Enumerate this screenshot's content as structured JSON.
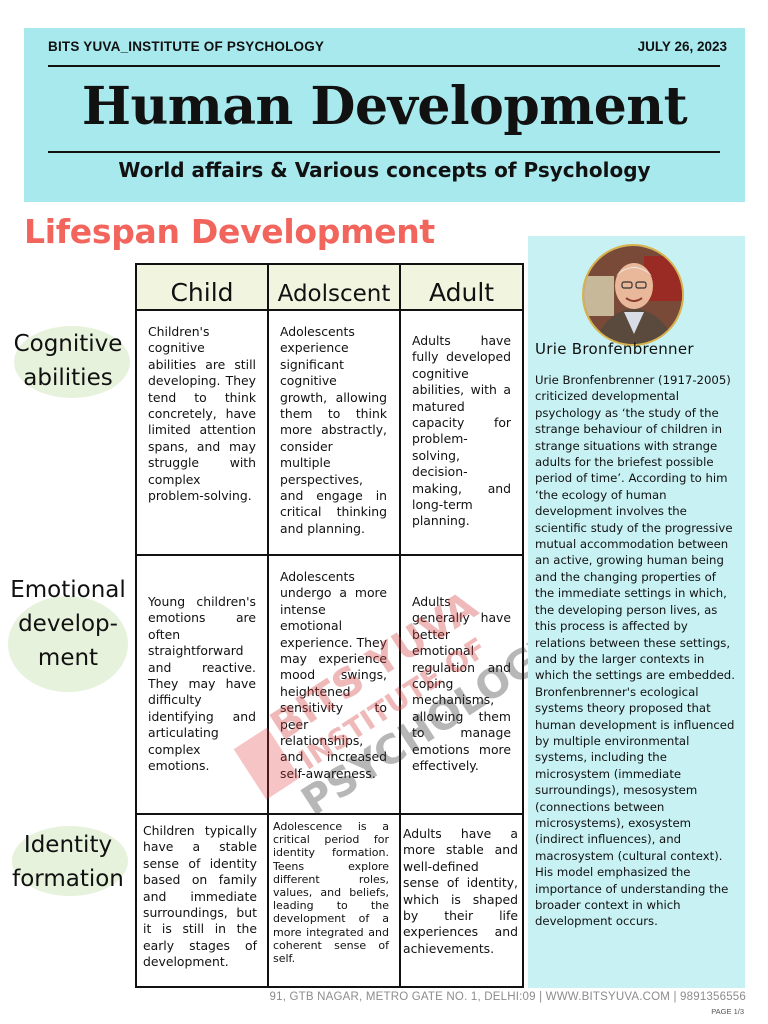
{
  "header": {
    "org": "BITS YUVA_INSTITUTE OF PSYCHOLOGY",
    "date": "JULY 26, 2023",
    "title": "Human Development",
    "subtitle": "World affairs & Various concepts of Psychology"
  },
  "section_title": "Lifespan Development",
  "table": {
    "columns": [
      "Child",
      "Adolscent",
      "Adult"
    ],
    "rows": [
      {
        "label_lines": [
          "Cognitive",
          "abilities"
        ],
        "cells": [
          "Children's cognitive abilities are still developing. They tend to think concretely, have limited attention spans, and may struggle with complex problem-solving.",
          "Adolescents experience significant cognitive growth, allowing them to think more abstractly, consider multiple perspectives, and engage in critical thinking and planning.",
          "Adults have fully developed cognitive abilities, with a matured capacity for problem-solving, decision-making, and long-term planning."
        ]
      },
      {
        "label_lines": [
          "Emotional",
          "develop-",
          "ment"
        ],
        "cells": [
          "Young children's emotions are often straightforward and reactive. They may have difficulty identifying and articulating complex emotions.",
          "Adolescents undergo a more intense emotional experience. They may experience mood swings, heightened sensitivity to peer relationships, and increased self-awareness.",
          "Adults generally have better emotional regulation and coping mechanisms, allowing them to manage emotions more effectively."
        ]
      },
      {
        "label_lines": [
          "Identity",
          "formation"
        ],
        "cells": [
          "Children typically have a stable sense of identity based on family and immediate surroundings, but it is still in the early stages of development.",
          "Adolescence is a critical period for identity formation. Teens explore different roles, values, and beliefs, leading to the development of a more integrated and coherent sense of self.",
          "Adults have a more stable and well-defined sense of identity, which is shaped by their life experiences and achievements."
        ]
      }
    ]
  },
  "sidebar": {
    "name": "Urie Bronfenbrenner",
    "bio": "Urie Bronfenbrenner (1917-2005) criticized developmental psychology as ‘the study of the strange behaviour of children in strange situations with strange adults for the briefest possible period of time’. According to him ‘the ecology of human development involves the scientific study of the progressive mutual accommodation between an active, growing human being and the changing properties of the immediate settings in which, the developing person lives, as this process is affected by relations between these settings, and by the larger contexts in which the settings are embedded. Bronfenbrenner's ecological systems theory proposed that human development is influenced by multiple environmental systems, including the microsystem (immediate surroundings), mesosystem (connections between microsystems), exosystem (indirect influences), and macrosystem (cultural context). His model emphasized the importance of understanding the broader context in which development occurs."
  },
  "watermark": {
    "line1": "BITS YUVA",
    "line2": "INSTITUTE OF",
    "line3": "PSYCHOLOGY"
  },
  "footer": {
    "address": "91, GTB NAGAR, METRO GATE NO. 1, DELHI:09  |  WWW.BITSYUVA.COM | 9891356556",
    "page": "PAGE 1/3"
  },
  "colors": {
    "header_bg": "#a8e9ee",
    "accent": "#f2655c",
    "sidebar_bg": "#c8f1f4",
    "table_header_bg": "#f1f5df"
  }
}
